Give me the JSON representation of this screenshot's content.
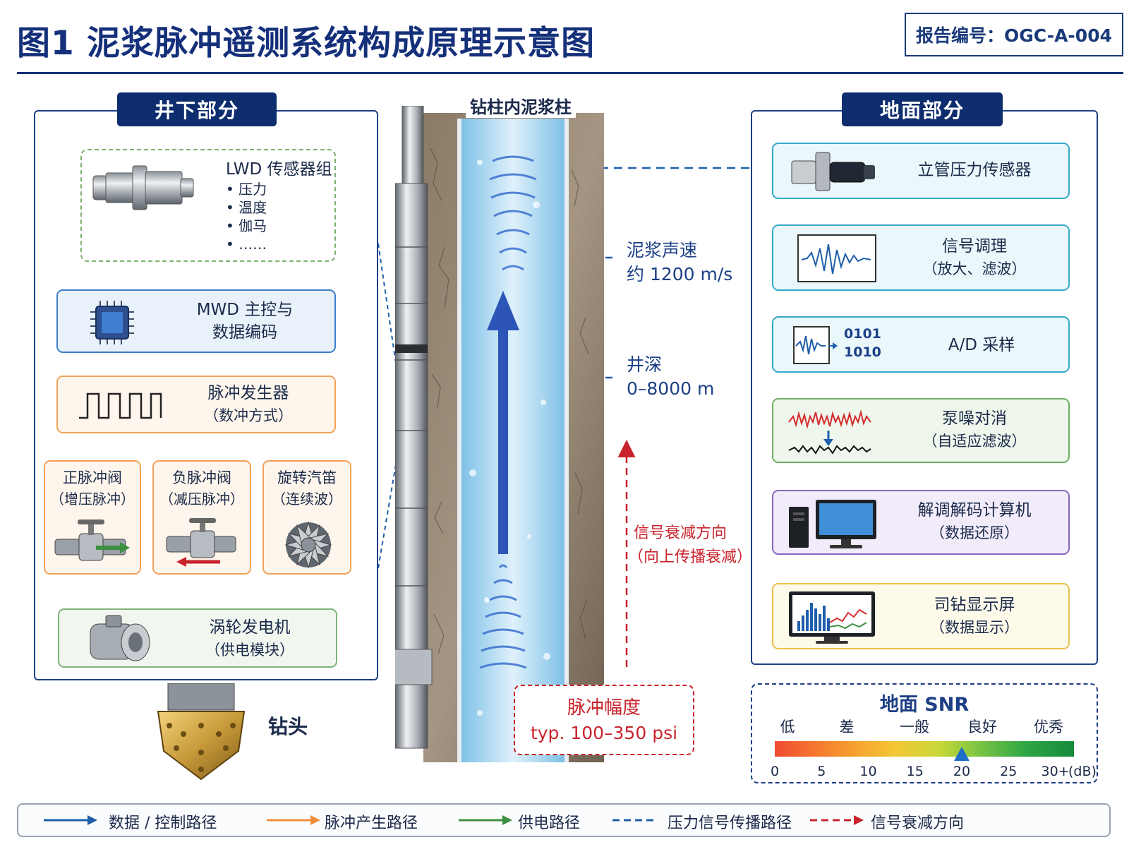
{
  "header": {
    "title": "图1  泥浆脉冲遥测系统构成原理示意图",
    "report_no": "报告编号：OGC-A-004"
  },
  "downhole": {
    "title": "井下部分",
    "lwd": {
      "name": "LWD 传感器组",
      "items": [
        "• 压力",
        "• 温度",
        "• 伽马",
        "• ……"
      ]
    },
    "mwd": {
      "line1": "MWD 主控与",
      "line2": "数据编码"
    },
    "pulser": {
      "line1": "脉冲发生器",
      "line2": "（数冲方式）"
    },
    "valves": [
      {
        "line1": "正脉冲阀",
        "line2": "（增压脉冲）"
      },
      {
        "line1": "负脉冲阀",
        "line2": "（减压脉冲）"
      },
      {
        "line1": "旋转汽笛",
        "line2": "（连续波）"
      }
    ],
    "turbine": {
      "line1": "涡轮发电机",
      "line2": "（供电模块）"
    },
    "bit_label": "钻头"
  },
  "center": {
    "column_label": "钻柱内泥浆柱",
    "speed": {
      "line1": "泥浆声速",
      "line2": "约 1200 m/s"
    },
    "depth": {
      "line1": "井深",
      "line2": "0–8000 m"
    },
    "attenuation": {
      "line1": "信号衰减方向",
      "line2": "（向上传播衰减）"
    },
    "amplitude": {
      "line1": "脉冲幅度",
      "line2": "typ. 100–350 psi"
    }
  },
  "surface": {
    "title": "地面部分",
    "blocks": [
      {
        "line1": "立管压力传感器",
        "line2": ""
      },
      {
        "line1": "信号调理",
        "line2": "（放大、滤波）"
      },
      {
        "line1": "A/D 采样",
        "line2": ""
      },
      {
        "line1": "泵噪对消",
        "line2": "（自适应滤波）"
      },
      {
        "line1": "解调解码计算机",
        "line2": "（数据还原）"
      },
      {
        "line1": "司钻显示屏",
        "line2": "（数据显示）"
      }
    ],
    "ad_bits": [
      "0101",
      "1010"
    ]
  },
  "snr": {
    "title": "地面 SNR",
    "levels": [
      "低",
      "差",
      "一般",
      "良好",
      "优秀"
    ],
    "ticks": [
      "0",
      "5",
      "10",
      "15",
      "20",
      "25",
      "30+"
    ],
    "unit": "(dB)",
    "scale_min": 0,
    "scale_max": 32,
    "marker_value": 20,
    "colors": [
      "#f04a32",
      "#f7932e",
      "#f4c634",
      "#c8d83a",
      "#7cc443",
      "#2ea645",
      "#158a3c"
    ]
  },
  "legend": [
    {
      "label": "数据 / 控制路径",
      "color": "#1f5fab",
      "style": "solid"
    },
    {
      "label": "脉冲产生路径",
      "color": "#ef8e3a",
      "style": "solid"
    },
    {
      "label": "供电路径",
      "color": "#3c8f3f",
      "style": "solid"
    },
    {
      "label": "压力信号传播路径",
      "color": "#1f5fab",
      "style": "dashed"
    },
    {
      "label": "信号衰减方向",
      "color": "#c8232c",
      "style": "dashed"
    }
  ]
}
